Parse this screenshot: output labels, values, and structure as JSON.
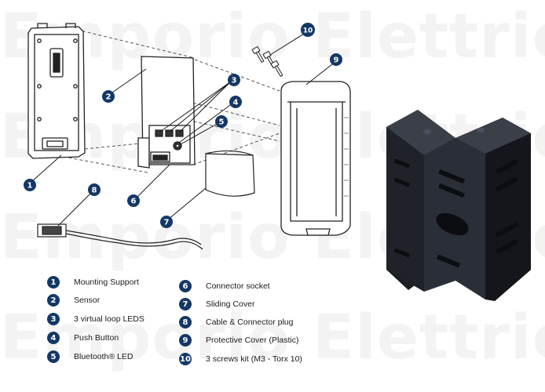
{
  "watermark": {
    "line1": "Emporio Elettrico",
    "line2": "Emporio Elettrico",
    "line3": "Emporio Elettrico",
    "line4": "Emporio Elettrico"
  },
  "colors": {
    "badge": "#143865",
    "line": "#1a1a1a",
    "bracket": "#22262e"
  },
  "callouts": [
    "1",
    "2",
    "3",
    "4",
    "5",
    "6",
    "7",
    "8",
    "9",
    "10"
  ],
  "legend": {
    "left": [
      {
        "num": "1",
        "text": "Mounting Support"
      },
      {
        "num": "2",
        "text": "Sensor"
      },
      {
        "num": "3",
        "text": "3 virtual loop LEDS"
      },
      {
        "num": "4",
        "text": "Push Button"
      },
      {
        "num": "5",
        "text": "Bluetooth® LED"
      }
    ],
    "right": [
      {
        "num": "6",
        "text": "Connector socket"
      },
      {
        "num": "7",
        "text": "Sliding Cover"
      },
      {
        "num": "8",
        "text": "Cable & Connector plug"
      },
      {
        "num": "9",
        "text": "Protective Cover (Plastic)"
      },
      {
        "num": "10",
        "text": "3 screws kit (M3 - Torx 10)"
      }
    ]
  }
}
